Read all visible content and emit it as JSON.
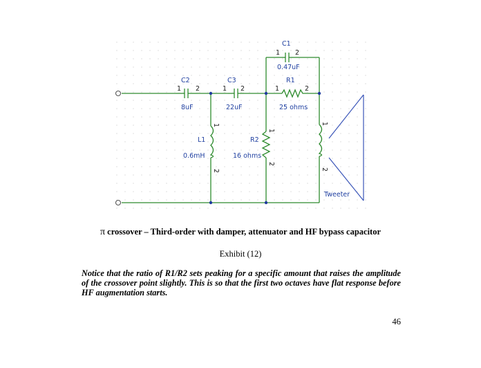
{
  "components": {
    "c1": {
      "ref": "C1",
      "value": "0.47uF",
      "pin1": "1",
      "pin2": "2"
    },
    "c2": {
      "ref": "C2",
      "value": "8uF",
      "pin1": "1",
      "pin2": "2"
    },
    "c3": {
      "ref": "C3",
      "value": "22uF",
      "pin1": "1",
      "pin2": "2"
    },
    "r1": {
      "ref": "R1",
      "value": "25 ohms",
      "pin1": "1",
      "pin2": "2"
    },
    "l1": {
      "ref": "L1",
      "value": "0.6mH",
      "pin1": "1",
      "pin2": "2"
    },
    "r2": {
      "ref": "R2",
      "value": "16 ohms",
      "pin1": "1",
      "pin2": "2"
    },
    "tweeter": {
      "label": "Tweeter",
      "pin1": "1",
      "pin2": "2"
    }
  },
  "caption": {
    "symbol": "π",
    "text": " crossover – Third-order with damper, attenuator and HF bypass capacitor"
  },
  "exhibit": "Exhibit (12)",
  "note": "Notice that the ratio of R1/R2 sets peaking for a specific amount that raises the amplitude of the crossover point slightly.  This is so that the first two octaves have flat response before HF augmentation starts.",
  "page_number": "46",
  "colors": {
    "wire": "#2e8b2e",
    "label": "#1f3fa0",
    "speaker": "#3a55b8",
    "node": "#1f3a9e"
  }
}
